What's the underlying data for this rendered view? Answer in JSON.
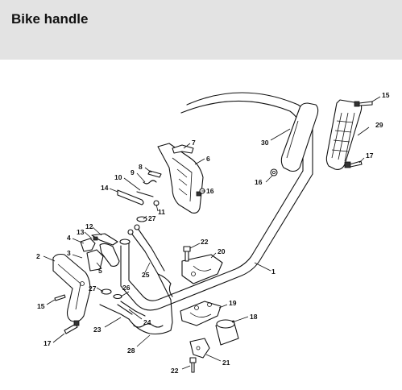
{
  "header": {
    "title": "Bike handle"
  },
  "callouts": {
    "c1": "1",
    "c2": "2",
    "c3": "3",
    "c4": "4",
    "c5": "5",
    "c6": "6",
    "c7": "7",
    "c8": "8",
    "c9": "9",
    "c10": "10",
    "c11": "11",
    "c12": "12",
    "c13": "13",
    "c14": "14",
    "c15a": "15",
    "c15b": "15",
    "c16a": "16",
    "c16b": "16",
    "c17a": "17",
    "c17b": "17",
    "c18": "18",
    "c19": "19",
    "c20": "20",
    "c21": "21",
    "c22a": "22",
    "c22b": "22",
    "c23": "23",
    "c24": "24",
    "c25": "25",
    "c26": "26",
    "c27a": "27",
    "c27b": "27",
    "c28": "28",
    "c29": "29",
    "c30": "30"
  }
}
